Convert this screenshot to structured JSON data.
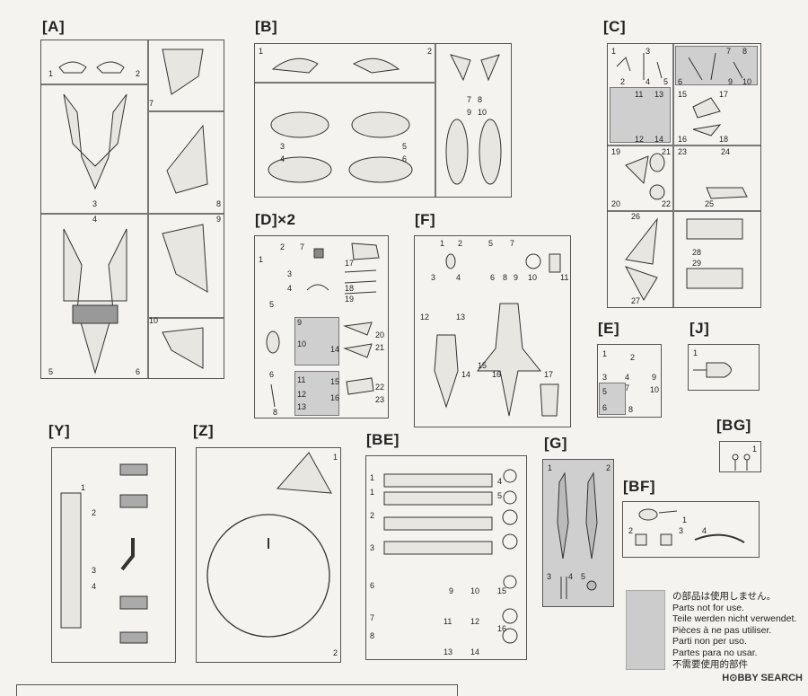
{
  "labels": {
    "A": "[A]",
    "B": "[B]",
    "C": "[C]",
    "D": "[D]×2",
    "E": "[E]",
    "F": "[F]",
    "J": "[J]",
    "Y": "[Y]",
    "Z": "[Z]",
    "BE": "[BE]",
    "G": "[G]",
    "BG": "[BG]",
    "BF": "[BF]"
  },
  "nums": {
    "A": [
      "1",
      "2",
      "3",
      "4",
      "5",
      "6",
      "7",
      "8",
      "9",
      "10"
    ],
    "B": [
      "1",
      "2",
      "3",
      "4",
      "5",
      "6",
      "7",
      "8",
      "9",
      "10"
    ],
    "C": [
      "1",
      "3",
      "2",
      "4",
      "5",
      "6",
      "7",
      "8",
      "9",
      "10",
      "11",
      "13",
      "12",
      "14",
      "15",
      "17",
      "16",
      "18",
      "19",
      "21",
      "20",
      "22",
      "23",
      "24",
      "25",
      "26",
      "27",
      "28",
      "29"
    ],
    "D": [
      "1",
      "2",
      "7",
      "17",
      "3",
      "4",
      "18",
      "19",
      "5",
      "9",
      "20",
      "10",
      "14",
      "21",
      "11",
      "15",
      "22",
      "6",
      "12",
      "13",
      "16",
      "23",
      "8"
    ],
    "E": [
      "1",
      "2",
      "3",
      "4",
      "9",
      "5",
      "7",
      "10",
      "6",
      "8"
    ],
    "F": [
      "1",
      "2",
      "5",
      "7",
      "3",
      "4",
      "6",
      "8",
      "9",
      "10",
      "11",
      "12",
      "13",
      "14",
      "15",
      "16",
      "17"
    ],
    "J": [
      "1"
    ],
    "Y": [
      "1",
      "2",
      "3",
      "4"
    ],
    "Z": [
      "1",
      "2"
    ],
    "BE": [
      "1",
      "1",
      "2",
      "3",
      "4",
      "5",
      "6",
      "7",
      "8",
      "9",
      "10",
      "11",
      "12",
      "13",
      "14",
      "15",
      "16"
    ],
    "G": [
      "1",
      "2",
      "3",
      "4",
      "5"
    ],
    "BG": [
      "1"
    ],
    "BF": [
      "1",
      "2",
      "3",
      "4"
    ]
  },
  "legend": {
    "ja": "の部品は使用しません。",
    "de": "Teile werden nicht verwendet.",
    "en": "Parts not for use.",
    "fr": "Pièces à ne pas utiliser.",
    "it": "Parti non per uso.",
    "es": "Partes para no usar.",
    "zh": "不需要使用的部件"
  },
  "watermark": "H⊙BBY SEARCH"
}
